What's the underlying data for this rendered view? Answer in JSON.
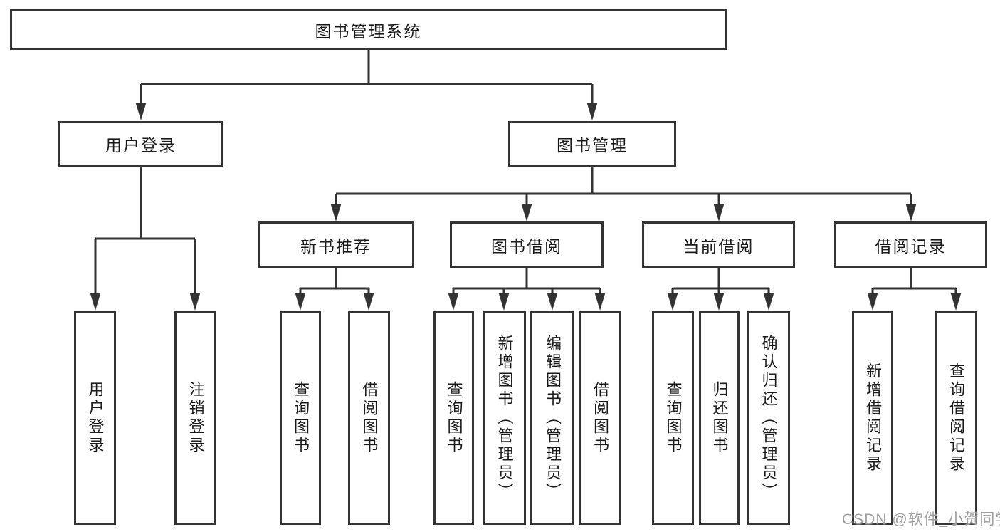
{
  "diagram": {
    "root": "图书管理系统",
    "level2": [
      "用户登录",
      "图书管理"
    ],
    "level3": [
      "新书推荐",
      "图书借阅",
      "当前借阅",
      "借阅记录"
    ],
    "leaves_user_login": [
      "用户登录",
      "注销登录"
    ],
    "leaves_new_books": [
      "查询图书",
      "借阅图书"
    ],
    "leaves_book_borrow": [
      "查询图书",
      "新增图书（管理员）",
      "编辑图书（管理员）",
      "借阅图书"
    ],
    "leaves_current_borrow": [
      "查询图书",
      "归还图书",
      "确认归还（管理员）"
    ],
    "leaves_borrow_records": [
      "新增借阅记录",
      "查询借阅记录"
    ]
  },
  "watermark": "CSDN @软件_小贺同学",
  "colors": {
    "line": "#333333",
    "box_border": "#333333",
    "text": "#1a1a1a",
    "watermark": "#a0a0a0",
    "background": "#ffffff"
  }
}
